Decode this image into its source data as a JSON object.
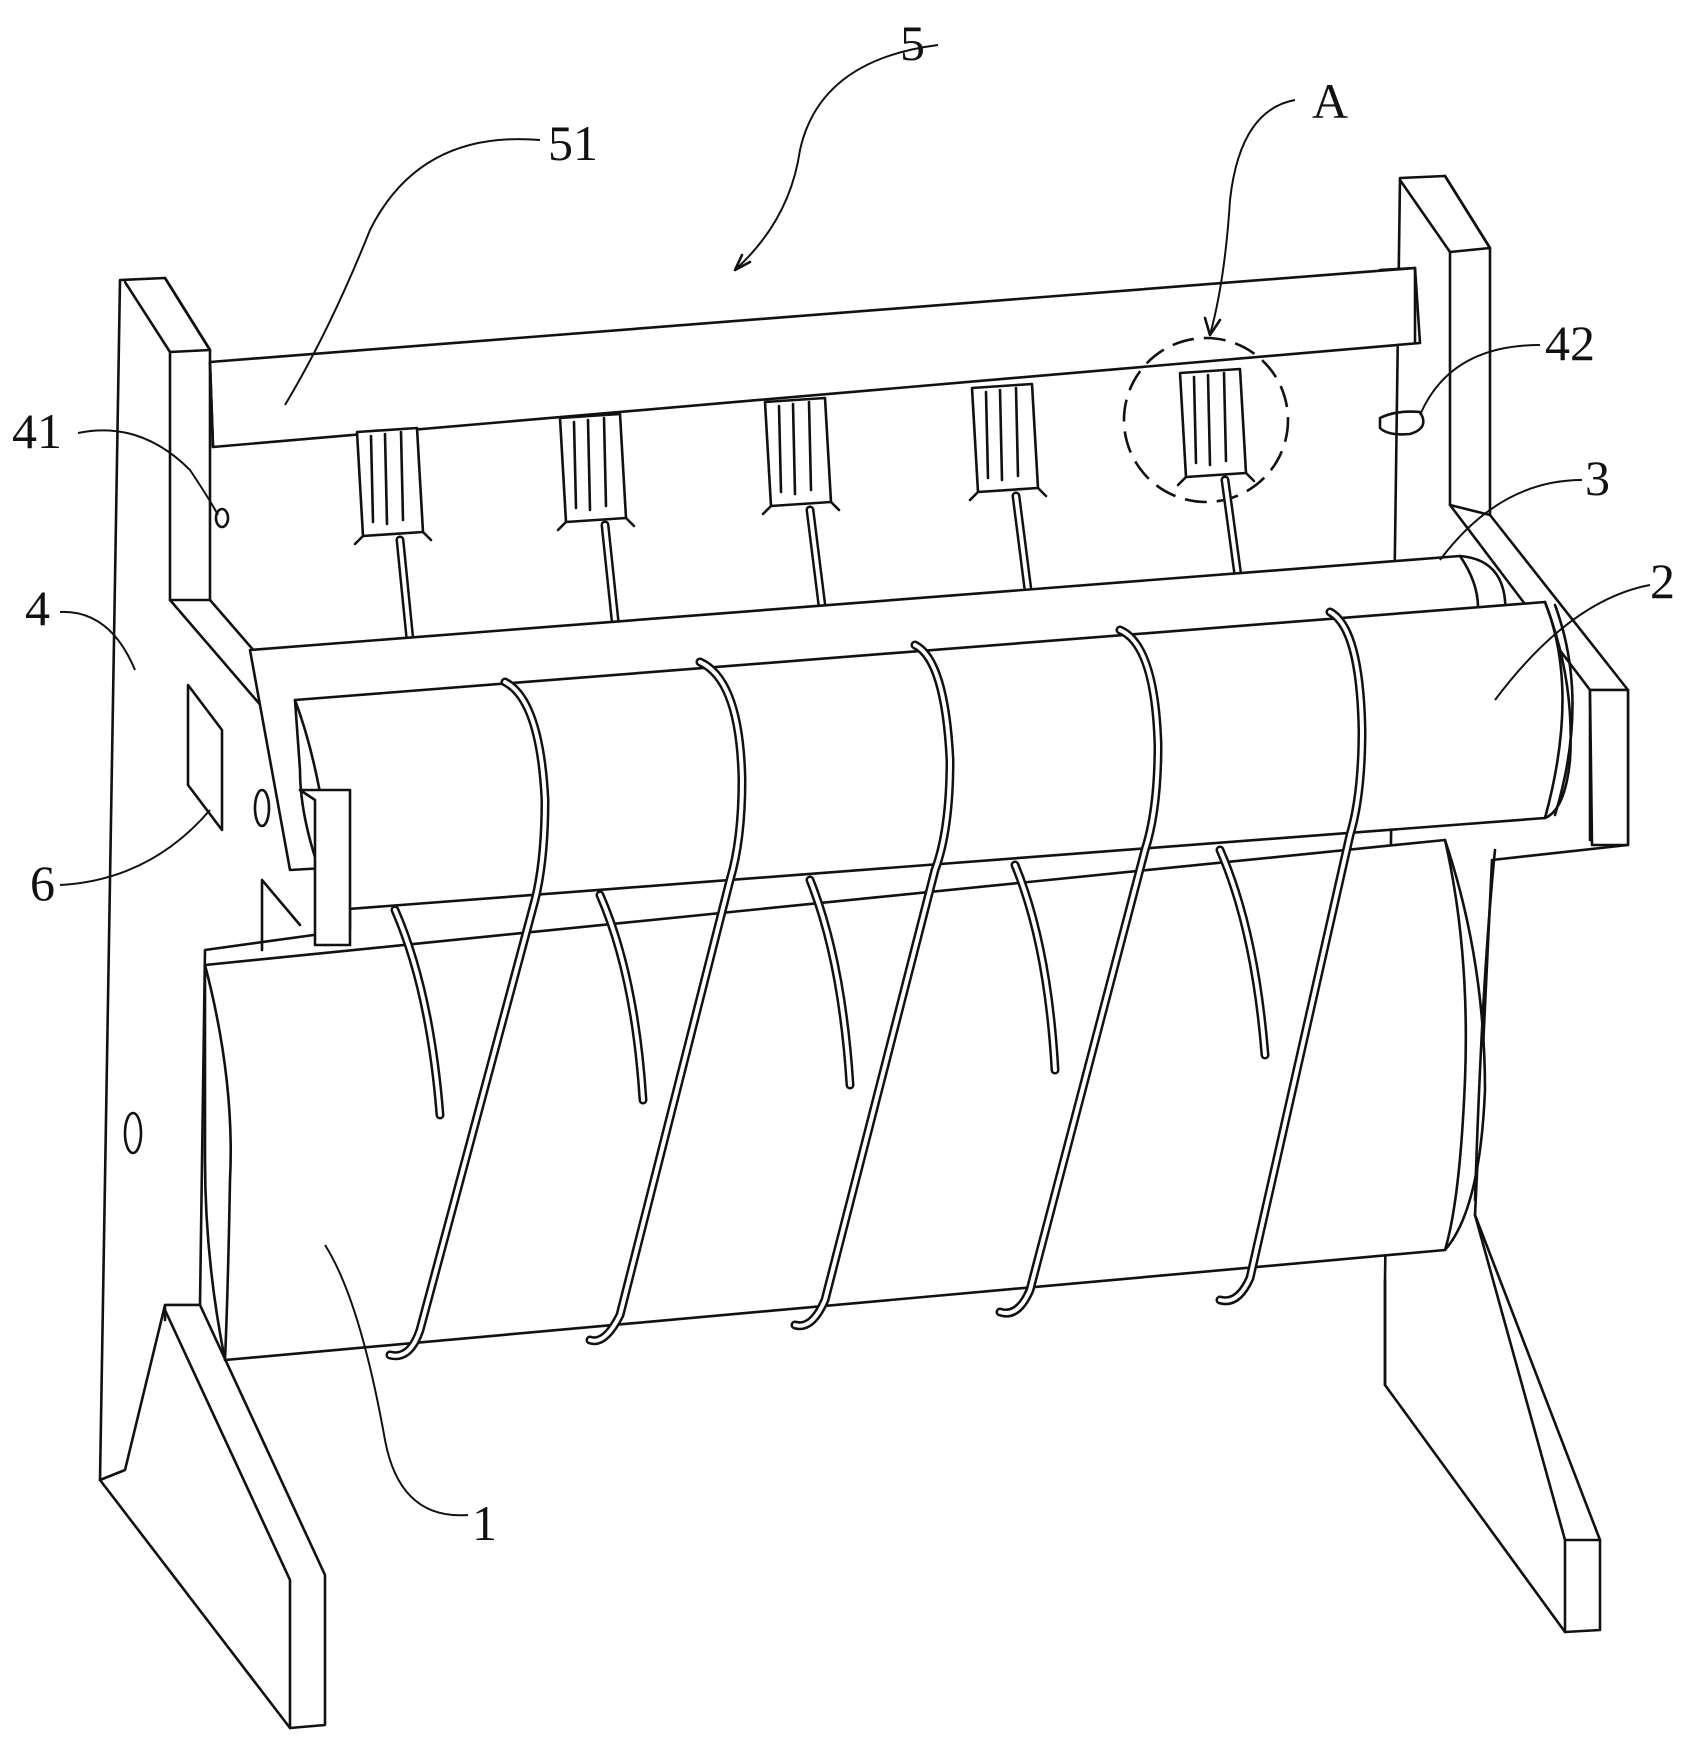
{
  "labels": {
    "l5": "5",
    "l51": "51",
    "lA": "A",
    "l42": "42",
    "l41": "41",
    "l3": "3",
    "l2": "2",
    "l4": "4",
    "l6": "6",
    "l1": "1"
  },
  "colors": {
    "line": "#111111",
    "paper": "#ffffff"
  }
}
